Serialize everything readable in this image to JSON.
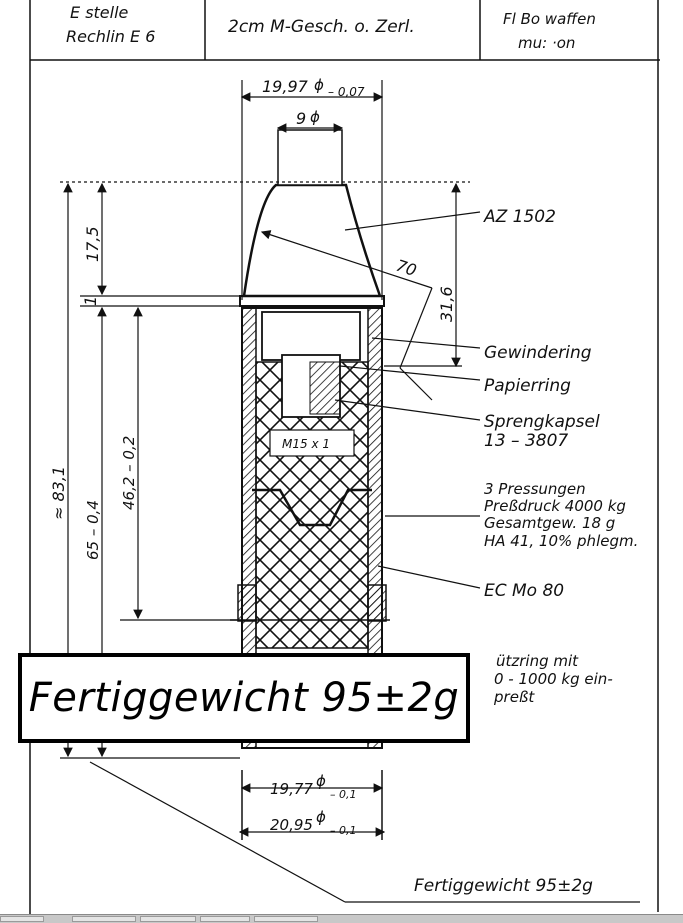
{
  "title_block": {
    "office_line1": "E stelle",
    "office_line2": "Rechlin E 6",
    "subject": "2cm M-Gesch. o. Zerl.",
    "dept_line1": "Fl Bo   waffen",
    "dept_line2": "mu:  ·on"
  },
  "dimensions": {
    "top_dia": "19,97",
    "top_dia_tol": "– 0,07",
    "nose_dia": "9",
    "radius": "70",
    "d_17_5": "17,5",
    "d_1": "1",
    "d_31_6": "31,6",
    "d_83_1": "≈ 83,1",
    "d_46_2": "46,2 – 0,2",
    "d_65": "65 – 0,4",
    "thread": "M15 x 1",
    "bot_dia1": "19,77",
    "bot_dia1_tol": "– 0,1",
    "bot_dia2": "20,95",
    "bot_dia2_tol": "– 0,1",
    "dia_symbol": "ϕ"
  },
  "labels": {
    "fuze": "AZ 1502",
    "thread_ring": "Gewindering",
    "paper_ring": "Papierring",
    "detonator": "Sprengkapsel",
    "detonator_no": "13 – 3807",
    "fill_line1": "3 Pressungen",
    "fill_line2": "Preßdruck 4000 kg",
    "fill_line3": "Gesamtgew. 18 g",
    "fill_line4": "HA 41, 10% phlegm.",
    "body_material": "EC Mo 80",
    "support_line1": "ützring  mit",
    "support_line2": "0 - 1000 kg ein-",
    "support_line3": "preßt"
  },
  "callout": {
    "box_text": "Fertiggewicht 95±2g",
    "footer_text": "Fertiggewicht 95±2g"
  }
}
